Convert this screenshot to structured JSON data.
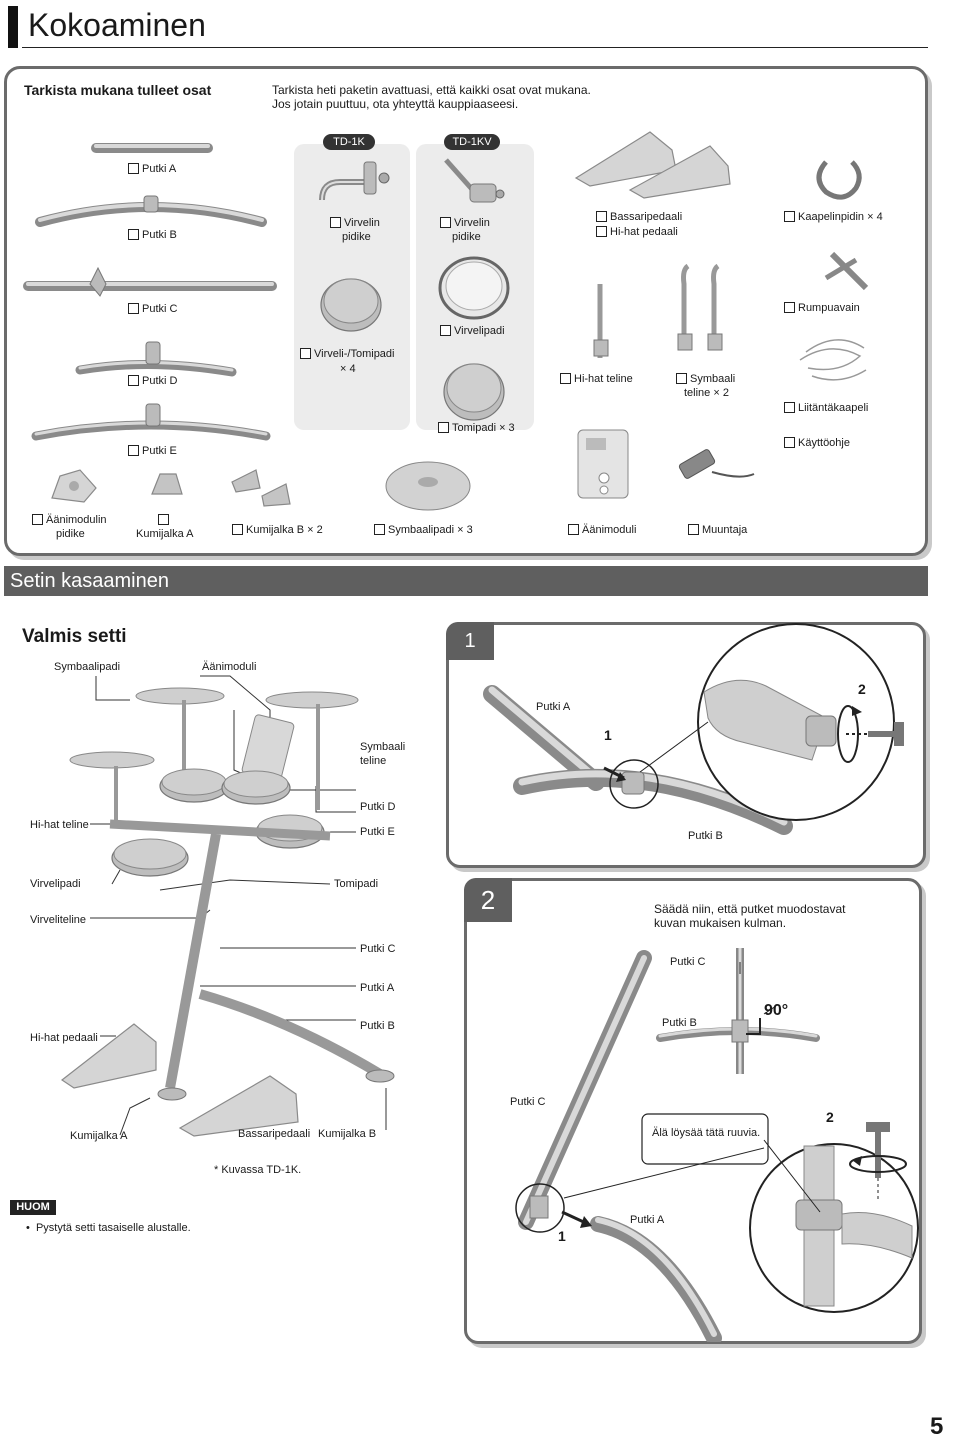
{
  "header": {
    "title": "Kokoaminen"
  },
  "check": {
    "title": "Tarkista mukana tulleet osat",
    "intro_line1": "Tarkista heti paketin avattuasi, että kaikki osat ovat mukana.",
    "intro_line2": "Jos jotain puuttuu, ota yhteyttä kauppiaaseesi.",
    "tab_td1k": "TD-1K",
    "tab_td1kv": "TD-1KV",
    "items": {
      "putki_a": "Putki A",
      "putki_b": "Putki B",
      "putki_c": "Putki C",
      "putki_d": "Putki D",
      "putki_e": "Putki E",
      "virvelin_pidike_1a": "Virvelin",
      "virvelin_pidike_1b": "pidike",
      "virvelin_pidike_2a": "Virvelin",
      "virvelin_pidike_2b": "pidike",
      "virveli_tomipadi_a": "Virveli-/Tomipadi",
      "virveli_tomipadi_b": "× 4",
      "virvelipadi": "Virvelipadi",
      "tomipadi": "Tomipadi × 3",
      "bassaripedaali": "Bassaripedaali",
      "hihat_pedaali": "Hi-hat pedaali",
      "kaapelinpidin": "Kaapelinpidin × 4",
      "rumpuavain": "Rumpuavain",
      "hihat_teline": "Hi-hat teline",
      "symbaali_teline_a": "Symbaali",
      "symbaali_teline_b": "teline × 2",
      "liitantakaapeli": "Liitäntäkaapeli",
      "kayttoohje": "Käyttöohje",
      "aanimodulin_pidike_a": "Äänimodulin",
      "aanimodulin_pidike_b": "pidike",
      "kumijalka_a": "Kumijalka A",
      "kumijalka_b": "Kumijalka B × 2",
      "symbaalipadi": "Symbaalipadi × 3",
      "aanimoduli": "Äänimoduli",
      "muuntaja": "Muuntaja"
    }
  },
  "setup": {
    "section_title": "Setin kasaaminen",
    "complete_title": "Valmis setti",
    "labels": {
      "symbaalipadi": "Symbaalipadi",
      "aanimoduli": "Äänimoduli",
      "symbaali_teline_a": "Symbaali",
      "symbaali_teline_b": "teline",
      "hihat_teline": "Hi-hat teline",
      "putki_d": "Putki D",
      "putki_e": "Putki E",
      "virvelipadi": "Virvelipadi",
      "tomipadi": "Tomipadi",
      "virveliteline": "Virveliteline",
      "putki_c": "Putki C",
      "putki_a": "Putki A",
      "putki_b": "Putki B",
      "hihat_pedaali": "Hi-hat pedaali",
      "kumijalka_a": "Kumijalka A",
      "bassaripedaali": "Bassaripedaali",
      "kumijalka_b": "Kumijalka B"
    },
    "footnote": "* Kuvassa TD-1K.",
    "note_badge": "HUOM",
    "note_text": "Pystytä setti tasaiselle alustalle.",
    "step1": {
      "number": "1",
      "putki_a": "Putki A",
      "putki_b": "Putki B",
      "callout_1": "1",
      "callout_2": "2"
    },
    "step2": {
      "number": "2",
      "instruction_line1": "Säädä niin, että putket muodostavat",
      "instruction_line2": "kuvan mukaisen kulman.",
      "putki_c_top": "Putki C",
      "putki_b": "Putki B",
      "angle": "90°",
      "putki_c": "Putki C",
      "warning": "Älä löysää tätä ruuvia.",
      "callout_2": "2",
      "callout_1": "1",
      "putki_a": "Putki A"
    }
  },
  "footer": {
    "page_number": "5"
  }
}
